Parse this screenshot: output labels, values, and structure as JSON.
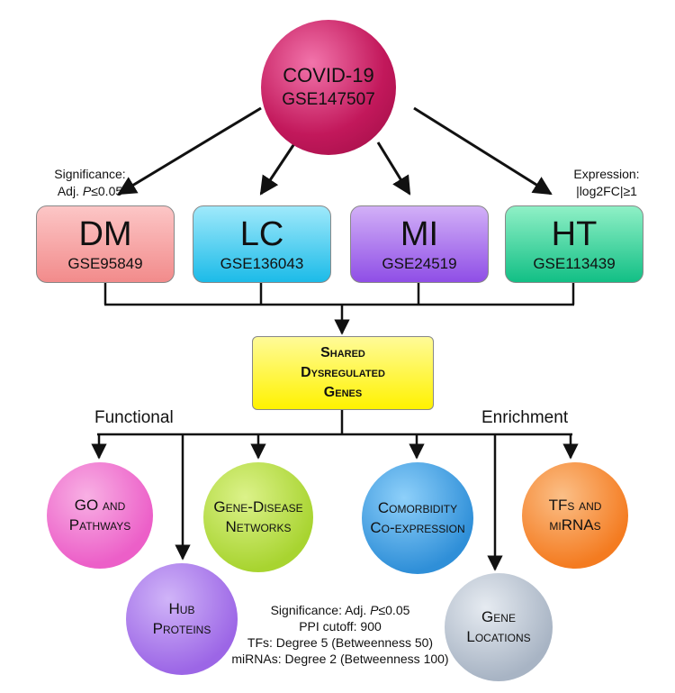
{
  "covid": {
    "title": "COVID-19",
    "accession": "GSE147507"
  },
  "diseases": [
    {
      "abbr": "DM",
      "accession": "GSE95849"
    },
    {
      "abbr": "LC",
      "accession": "GSE136043"
    },
    {
      "abbr": "MI",
      "accession": "GSE24519"
    },
    {
      "abbr": "HT",
      "accession": "GSE113439"
    }
  ],
  "left_note": {
    "line1": "Significance:",
    "line2_prefix": "Adj. ",
    "line2_var": "P",
    "line2_suffix": "≤0.05"
  },
  "right_note": {
    "line1": "Expression:",
    "line2": "|log2FC|≥1"
  },
  "shared": {
    "line1": "Shared",
    "line2": "Dysregulated",
    "line3": "Genes"
  },
  "functional_label": "Functional",
  "enrichment_label": "Enrichment",
  "analyses": {
    "go": {
      "line1": "GO and",
      "line2": "Pathways"
    },
    "hub": {
      "line1": "Hub",
      "line2": "Proteins"
    },
    "gene_disease": {
      "line1": "Gene-Disease",
      "line2": "Networks"
    },
    "comorbidity": {
      "line1": "Comorbidity",
      "line2": "Co-expression"
    },
    "gene_locations": {
      "line1": "Gene",
      "line2": "Locations"
    },
    "tfs": {
      "line1": "TFs and",
      "line2": "miRNAs"
    }
  },
  "bottom_note": {
    "line1_prefix": "Significance: Adj. ",
    "line1_var": "P",
    "line1_suffix": "≤0.05",
    "line2": "PPI cutoff: 900",
    "line3": "TFs: Degree 5 (Betweenness 50)",
    "line4": "miRNAs: Degree 2 (Betweenness 100)"
  },
  "colors": {
    "covid": "#c2185b",
    "dm": "#f48c8c",
    "lc": "#29c5ee",
    "mi": "#9b59e8",
    "ht": "#1fc98f",
    "shared": "#fff200",
    "go": "#ec5fc8",
    "hub": "#a070e8",
    "gene_disease": "#a8d430",
    "comorbidity": "#2f8fd8",
    "gene_locations": "#a8b4c4",
    "tfs": "#f47b20"
  }
}
